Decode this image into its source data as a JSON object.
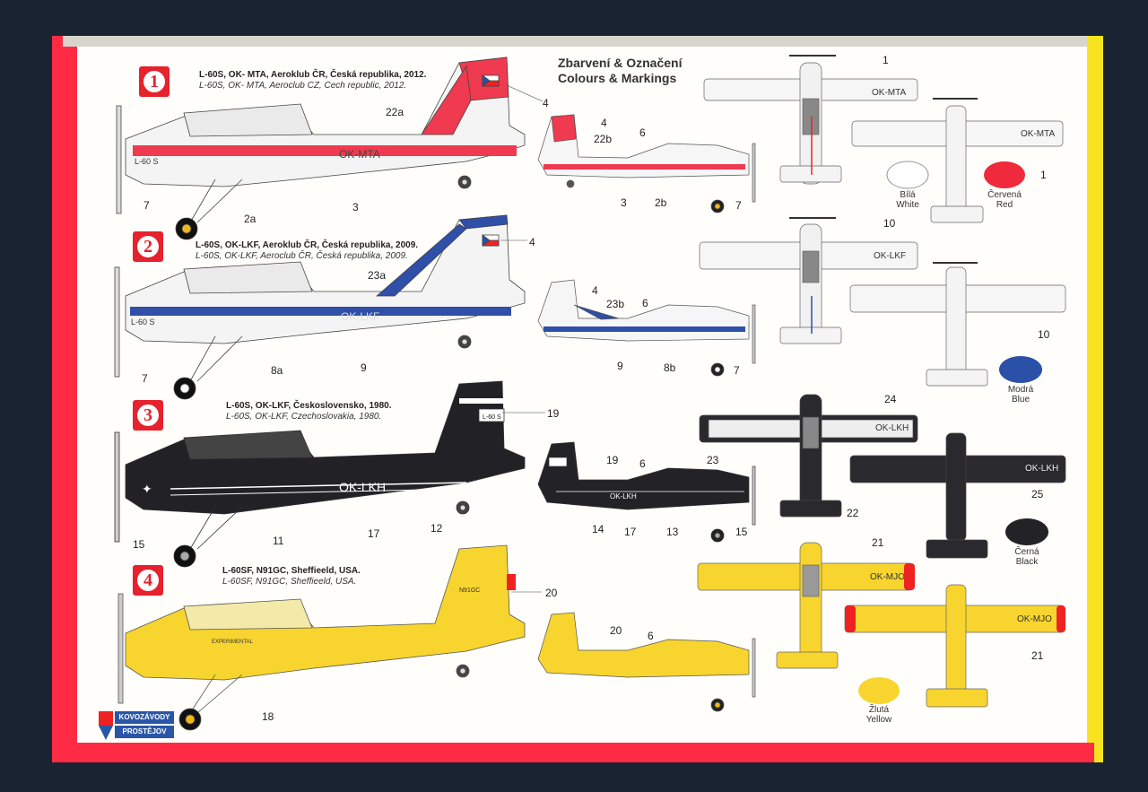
{
  "header": {
    "title_cz": "Zbarvení & Označení",
    "title_en": "Colours & Markings"
  },
  "schemes": [
    {
      "number": "1",
      "title": "L-60S, OK- MTA, Aeroklub ČR, Česká republika, 2012.",
      "subtitle": "L-60S, OK- MTA, Aeroclub CZ, Cech republic, 2012.",
      "registration": "OK-MTA",
      "fin_code": "L-60 S",
      "color": "#ee3b4f"
    },
    {
      "number": "2",
      "title": "L-60S, OK-LKF, Aeroklub ČR, Česká republika, 2009.",
      "subtitle": "L-60S, OK-LKF, Aeroclub ČR, Česká republika, 2009.",
      "registration": "OK-LKF",
      "fin_code": "L-60 S",
      "color": "#2f4fa8"
    },
    {
      "number": "3",
      "title": "L-60S, OK-LKF, Československo, 1980.",
      "subtitle": "L-60S, OK-LKF, Czechoslovakia, 1980.",
      "registration": "OK-LKH",
      "fin_code": "L-60 S",
      "color": "#1f1f23"
    },
    {
      "number": "4",
      "title": "L-60SF, N91GC, Sheffieeld, USA.",
      "subtitle": "L-60SF, N91GC, Sheffieeld, USA.",
      "registration": "N91GC",
      "fin_code": "EXPERIMENTAL",
      "color": "#f7d234"
    }
  ],
  "plan_registrations": [
    "OK-MTA",
    "OK-LKF",
    "OK-LKH",
    "OK-MJO"
  ],
  "swatches": [
    {
      "cz": "Bílá",
      "en": "White",
      "hex": "#ffffff"
    },
    {
      "cz": "Červená",
      "en": "Red",
      "hex": "#ee2a3c"
    },
    {
      "cz": "Modrá",
      "en": "Blue",
      "hex": "#2b50a8"
    },
    {
      "cz": "Černá",
      "en": "Black",
      "hex": "#232327"
    },
    {
      "cz": "Žlutá",
      "en": "Yellow",
      "hex": "#f8d52e"
    }
  ],
  "callouts": {
    "s1": [
      "22a",
      "4",
      "7",
      "2a",
      "3",
      "4",
      "22b",
      "6",
      "3",
      "2b",
      "7",
      "1",
      "1"
    ],
    "s2": [
      "23a",
      "4",
      "7",
      "8a",
      "9",
      "4",
      "23b",
      "6",
      "9",
      "8b",
      "7",
      "10",
      "10"
    ],
    "s3": [
      "19",
      "15",
      "11",
      "17",
      "12",
      "19",
      "6",
      "14",
      "17",
      "13",
      "15",
      "24",
      "23",
      "22",
      "25"
    ],
    "s4": [
      "20",
      "18",
      "20",
      "6",
      "21",
      "21"
    ]
  },
  "logo": {
    "line1": "KOVOZÁVODY",
    "line2": "PROSTĚJOV"
  }
}
